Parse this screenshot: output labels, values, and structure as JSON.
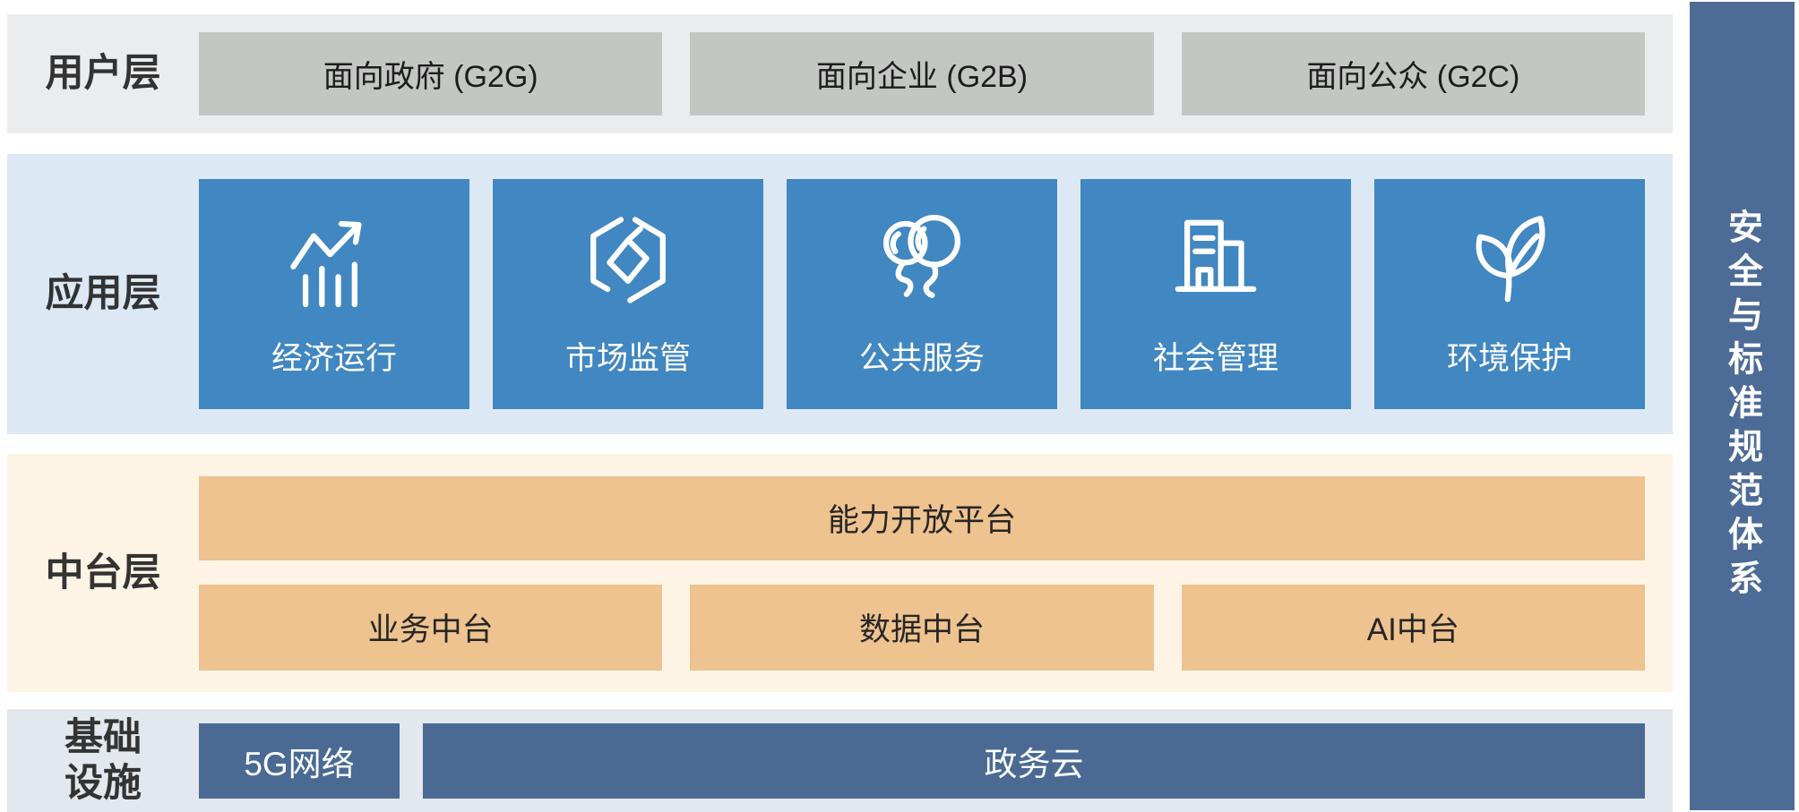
{
  "layers": {
    "user": {
      "label": "用户层",
      "boxes": [
        "面向政府 (G2G)",
        "面向企业 (G2B)",
        "面向公众 (G2C)"
      ]
    },
    "app": {
      "label": "应用层",
      "tiles": [
        {
          "icon": "trend-chart-icon",
          "label": "经济运行"
        },
        {
          "icon": "hexagon-cube-icon",
          "label": "市场监管"
        },
        {
          "icon": "balloons-icon",
          "label": "公共服务"
        },
        {
          "icon": "buildings-icon",
          "label": "社会管理"
        },
        {
          "icon": "leaf-icon",
          "label": "环境保护"
        }
      ]
    },
    "middle": {
      "label": "中台层",
      "platform_box": "能力开放平台",
      "boxes": [
        "业务中台",
        "数据中台",
        "AI中台"
      ]
    },
    "infra": {
      "label_lines": [
        "基础",
        "设施"
      ],
      "boxes": [
        "5G网络",
        "政务云"
      ]
    }
  },
  "sidebar": {
    "vertical_label": "安全与标准规范体系"
  },
  "colors": {
    "user_band_bg": "#ebecee",
    "gray_box": "#c4c6c4",
    "app_band_bg": "#dce9f4",
    "tile_blue": "#4187c1",
    "middle_band_bg": "#fdf4e6",
    "orange_box": "#eec38f",
    "infra_band_bg": "#e3e7ee",
    "slate_box": "#4a6a94",
    "sidebar_bar": "#4c6b96"
  }
}
